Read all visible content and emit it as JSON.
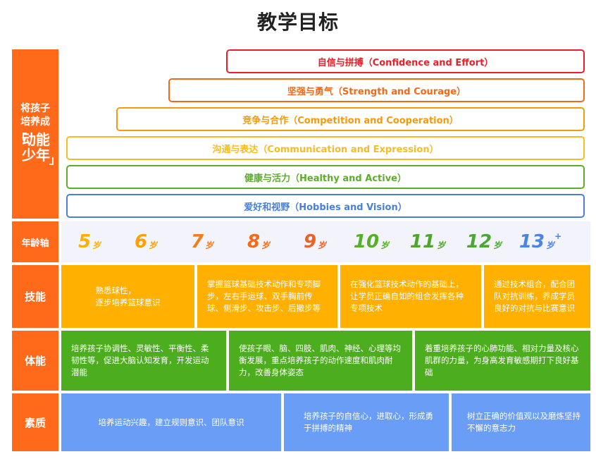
{
  "title": "教学目标",
  "side": {
    "line1": "将孩子",
    "line2": "培养成",
    "open_bracket": "「",
    "highlight1": "动能",
    "highlight2": "少年",
    "close_bracket": "」"
  },
  "goals": [
    {
      "label": "自信与拼搏（Confidence and Effort）",
      "color": "#e8202a"
    },
    {
      "label": "坚强与勇气（Strength and Courage）",
      "color": "#f06a1a"
    },
    {
      "label": "竞争与合作（Competition and Cooperation）",
      "color": "#f29a10"
    },
    {
      "label": "沟通与表达（Communication and Expression）",
      "color": "#f7bc24"
    },
    {
      "label": "健康与活力（Healthy and Active）",
      "color": "#5dac2c"
    },
    {
      "label": "爱好和视野（Hobbies and Vision）",
      "color": "#4a7fd8"
    }
  ],
  "age_axis": {
    "label": "年龄轴",
    "ages": [
      {
        "num": "5",
        "unit": "岁",
        "color": "#ffb000"
      },
      {
        "num": "6",
        "unit": "岁",
        "color": "#ffa000"
      },
      {
        "num": "7",
        "unit": "岁",
        "color": "#f57c16"
      },
      {
        "num": "8",
        "unit": "岁",
        "color": "#f56a16"
      },
      {
        "num": "9",
        "unit": "岁",
        "color": "#f06020"
      },
      {
        "num": "10",
        "unit": "岁",
        "color": "#56b026"
      },
      {
        "num": "11",
        "unit": "岁",
        "color": "#4ea62a"
      },
      {
        "num": "12",
        "unit": "岁",
        "color": "#4aa830"
      },
      {
        "num": "13",
        "unit": "岁",
        "plus": "+",
        "color": "#4a84e6"
      }
    ]
  },
  "rows": {
    "skills": {
      "label": "技能",
      "cells": [
        "熟悉球性，\n逐步培养篮球意识",
        "掌握篮球基础技术动作和专项脚步，左右手运球、双手胸前传球、侧滑步、攻击步、后撤步等",
        "在强化篮球技术动作的基础上，让学员正确自如的组合发挥各种专项技术",
        "通过技术组合，配合团队对抗训练，养成学员良好的对抗与比赛意识"
      ]
    },
    "physical": {
      "label": "体能",
      "cells": [
        "培养孩子协调性、灵敏性、平衡性、柔韧性等，促进大脑认知发育，开发运动潜能",
        "使孩子眼、脑、四肢、肌肉、神经、心理等均衡发展，重点培养孩子的动作速度和肌肉耐力，改善身体姿态",
        "着重培养孩子的心肺功能、相对力量及核心肌群的力量，为身高发育敏感期打下良好基础"
      ]
    },
    "quality": {
      "label": "素质",
      "cells": [
        "培养运动兴趣，建立规则意识、团队意识",
        "培养孩子的自信心，进取心，形成勇于拼搏的精神",
        "树立正确的价值观以及磨炼坚持不懈的意志力"
      ]
    }
  }
}
